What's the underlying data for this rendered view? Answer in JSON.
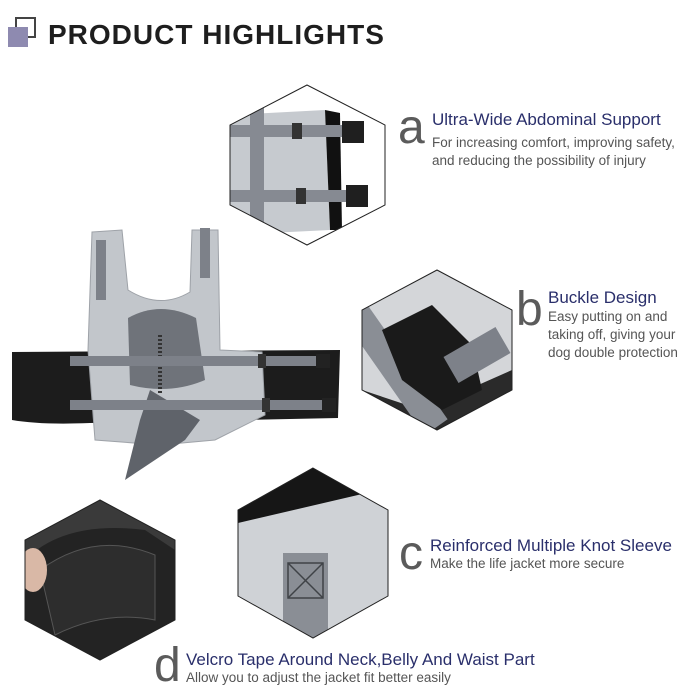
{
  "header": {
    "title": "PRODUCT HIGHLIGHTS"
  },
  "features": [
    {
      "letter": "a",
      "title": "Ultra-Wide Abdominal Support",
      "lines": [
        "For increasing comfort, improving safety,",
        "and reducing the possibility of injury"
      ]
    },
    {
      "letter": "b",
      "title": "Buckle Design",
      "lines": [
        "Easy putting on and",
        "taking off, giving your",
        "dog double protection"
      ]
    },
    {
      "letter": "c",
      "title": "Reinforced Multiple Knot Sleeve",
      "lines": [
        "Make the life jacket more secure"
      ]
    },
    {
      "letter": "d",
      "title": "Velcro Tape Around Neck,Belly And Waist Part",
      "lines": [
        "Allow you to adjust the jacket fit better easily"
      ]
    }
  ],
  "colors": {
    "title_text": "#1e1e1e",
    "feature_title": "#2a2f6b",
    "logo_accent": "#8e8ab0",
    "vest_gray": "#bfc3c8",
    "strap_gray": "#7d8189"
  }
}
